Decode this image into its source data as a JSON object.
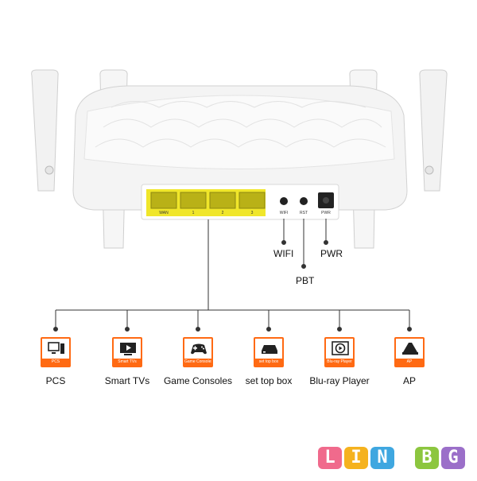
{
  "ports": [
    "WAN",
    "1",
    "2",
    "3"
  ],
  "buttons": [
    "WIFI",
    "RST",
    "PWR"
  ],
  "callouts": {
    "wifi": "WIFI",
    "pwr": "PWR",
    "pbt": "PBT"
  },
  "devices": [
    {
      "tag": "PCS",
      "label": "PCS",
      "icon": "desktop-pc-icon"
    },
    {
      "tag": "Smart TVs",
      "label": "Smart TVs",
      "icon": "smart-tv-icon"
    },
    {
      "tag": "Game Consoles",
      "label": "Game Consoles",
      "icon": "gamepad-icon"
    },
    {
      "tag": "set top box",
      "label": "set top box",
      "icon": "set-top-box-icon"
    },
    {
      "tag": "Blu-ray Player",
      "label": "Blu-ray Player",
      "icon": "play-button-icon"
    },
    {
      "tag": "AP",
      "label": "AP",
      "icon": "access-point-icon"
    }
  ],
  "logo": {
    "letters": [
      "L",
      "I",
      "N",
      "B",
      "G"
    ],
    "colors": [
      "#f06a8c",
      "#f5b21e",
      "#3fa7e0",
      "#8cc63f",
      "#9b6fc9"
    ]
  },
  "colors": {
    "accent": "#ff6a13",
    "port_panel": "#f0e62a",
    "router_body": "#f4f4f4"
  }
}
